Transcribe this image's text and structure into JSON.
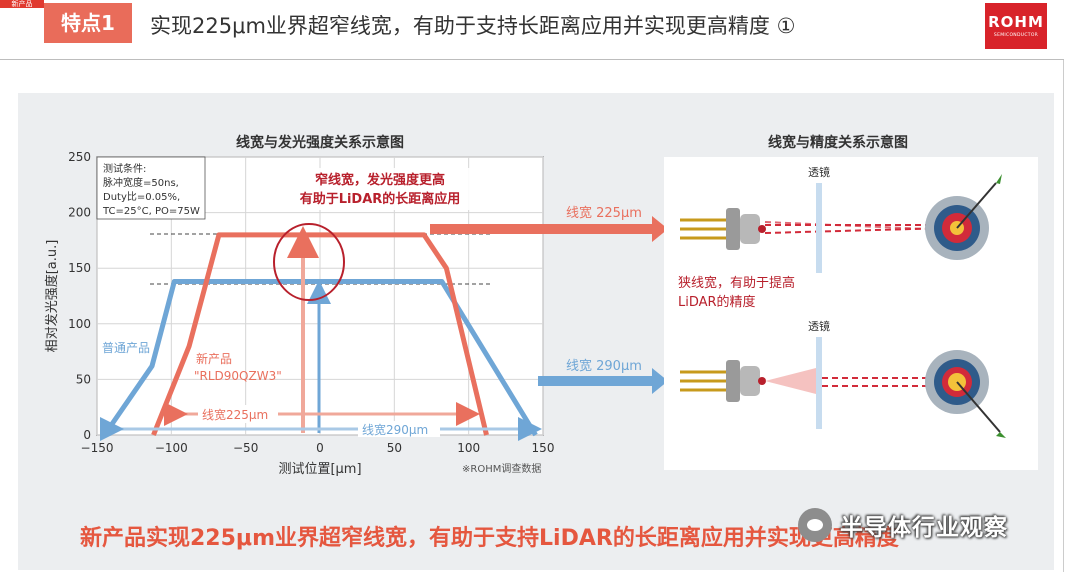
{
  "header": {
    "corner_tab": "新产品",
    "badge": "特点1",
    "title": "实现225μm业界超窄线宽，有助于支持长距离应用并实现更高精度 ①",
    "logo": {
      "name": "ROHM",
      "sub": "SEMICONDUCTOR"
    }
  },
  "chart_data": {
    "type": "line",
    "title": "线宽与发光强度关系示意图",
    "xlabel": "测试位置[μm]",
    "ylabel": "相对发光强度[a.u.]",
    "xlim": [
      -150,
      150
    ],
    "ylim": [
      0,
      250
    ],
    "xticks": [
      -150,
      -100,
      -50,
      0,
      50,
      100,
      150
    ],
    "yticks": [
      0,
      50,
      100,
      150,
      200,
      250
    ],
    "grid": true,
    "test_conditions": [
      "测试条件:",
      "脉冲宽度=50ns,",
      "Duty比=0.05%,",
      "TC=25°C, PO=75W"
    ],
    "source_note": "※ROHM调查数据",
    "series": [
      {
        "name": "普通产品",
        "color": "#6fa6d6",
        "x": [
          -145,
          -113,
          -98,
          82,
          145
        ],
        "y": [
          0,
          62,
          138,
          138,
          0
        ]
      },
      {
        "name": "新产品 \"RLD90QZW3\"",
        "color": "#e9705e",
        "x": [
          -112,
          -88,
          -68,
          70,
          85,
          112
        ],
        "y": [
          0,
          80,
          180,
          180,
          150,
          0
        ]
      }
    ],
    "annotations": {
      "callout": [
        "窄线宽，发光强度更高",
        "有助于LiDAR的长距离应用"
      ],
      "label_225": "线宽225μm",
      "label_290": "线宽290μm",
      "label_old_product": "普通产品",
      "label_new_product": [
        "新产品",
        "\"RLD90QZW3\""
      ]
    }
  },
  "diagram": {
    "title": "线宽与精度关系示意图",
    "arrow_225": "线宽 225μm",
    "arrow_290": "线宽 290μm",
    "lens": "透镜",
    "note": [
      "狭线宽，有助于提高",
      "LiDAR的精度"
    ]
  },
  "footer": {
    "headline": "新产品实现225μm业界超窄线宽，有助于支持LiDAR的长距离应用并实现更高精度",
    "watermark": "半导体行业观察"
  },
  "colors": {
    "accent_red": "#e9705e",
    "accent_blue": "#6fa6d6",
    "dark_red": "#b8202c"
  }
}
